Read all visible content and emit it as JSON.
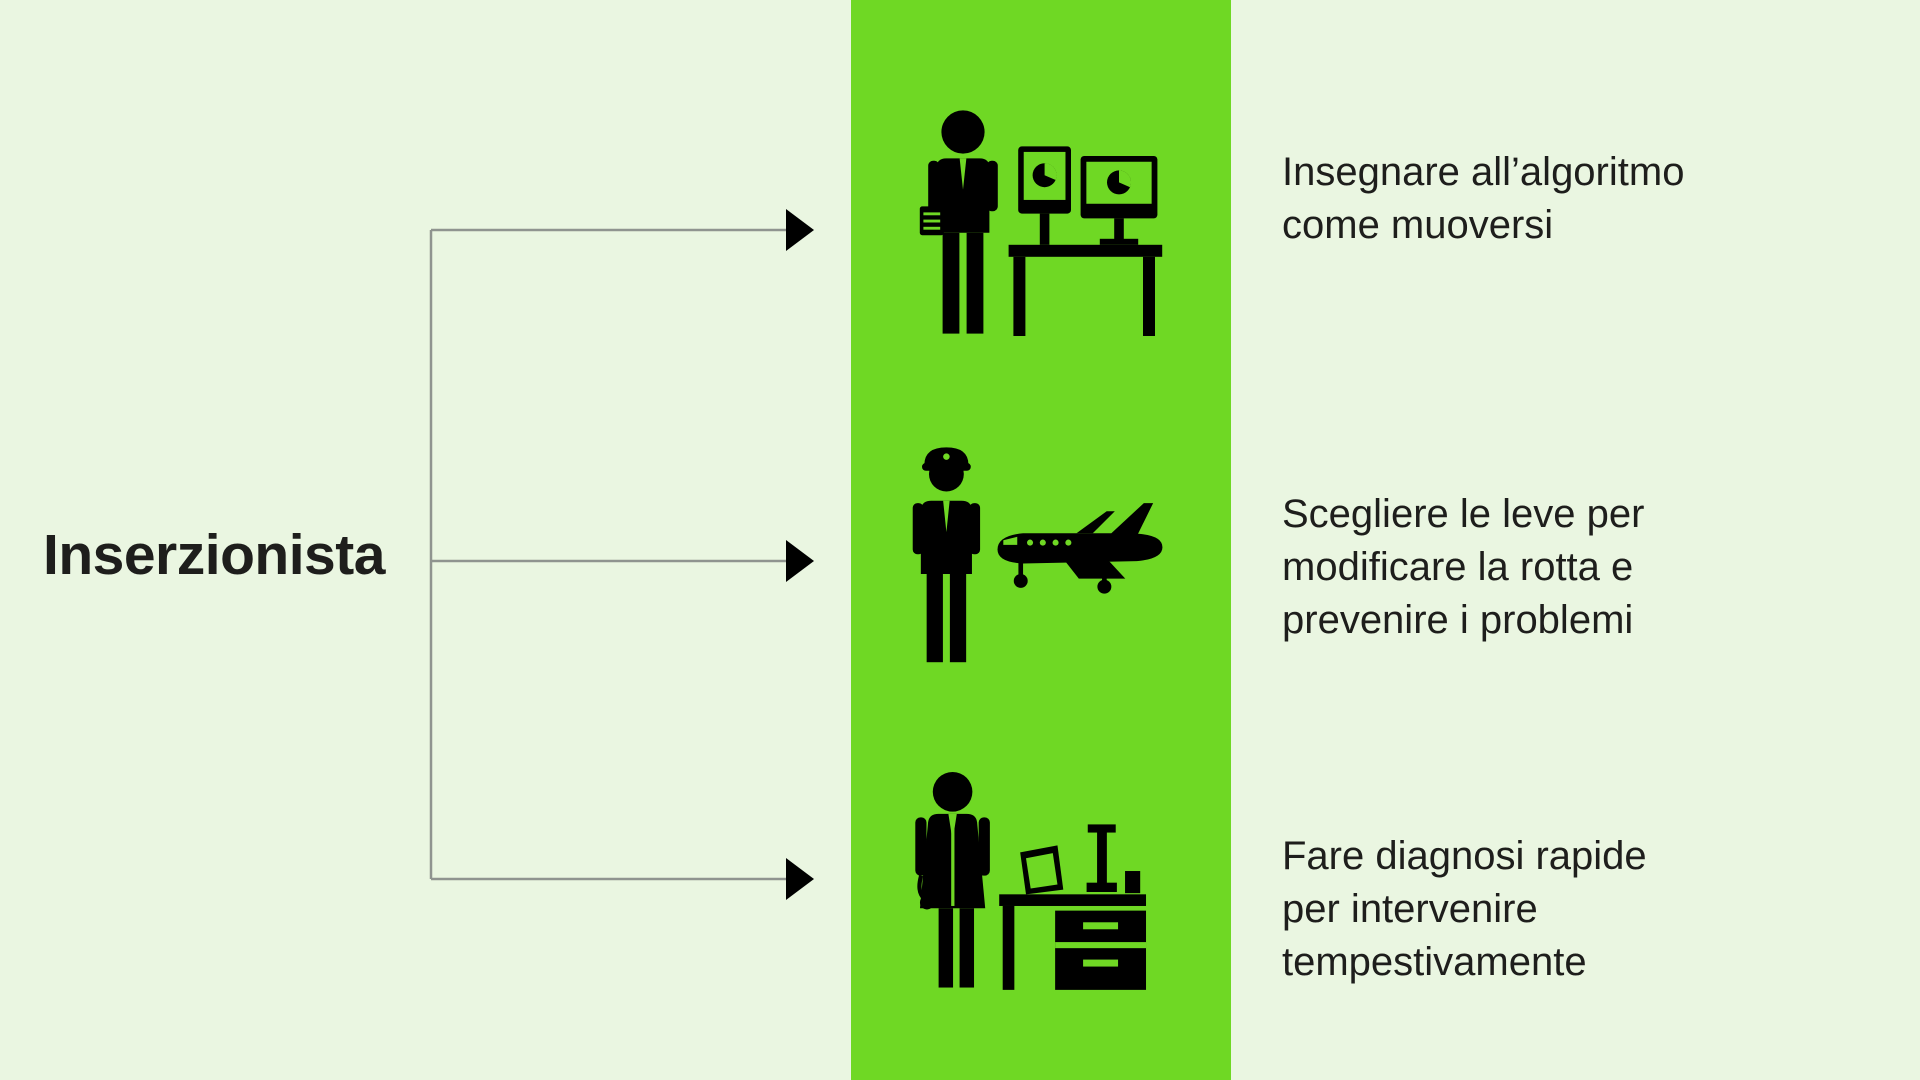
{
  "title": "Inserzionista",
  "colors": {
    "background": "#eaf6e1",
    "band": "#6fd824",
    "text": "#1e1e1c",
    "connector": "#8f948f",
    "ink": "#000000"
  },
  "connector": {
    "arrow_icon": "arrow-right-icon",
    "style": "thin gray elbow lines from left label to three black right-pointing arrowheads"
  },
  "rows": [
    {
      "icon": "trainer-computers-icon",
      "lines": [
        "Insegnare all’algoritmo",
        "come muoversi"
      ]
    },
    {
      "icon": "pilot-airplane-icon",
      "lines": [
        "Scegliere le leve per",
        "modificare la rotta e",
        "prevenire i problemi"
      ]
    },
    {
      "icon": "doctor-desk-icon",
      "lines": [
        "Fare diagnosi rapide",
        "per intervenire",
        "tempestivamente"
      ]
    }
  ]
}
